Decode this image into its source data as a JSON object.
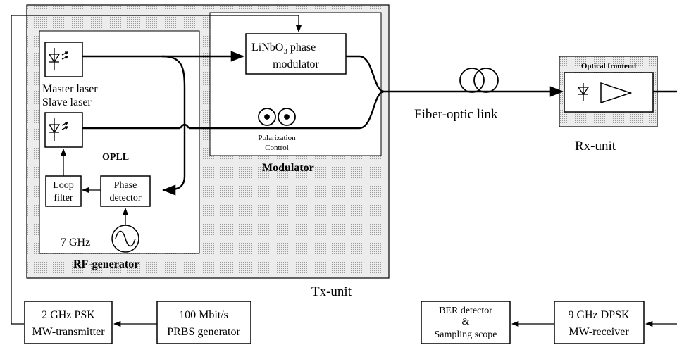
{
  "tx_unit": {
    "label": "Tx-unit"
  },
  "rf_generator": {
    "label": "RF-generator",
    "master_laser": "Master laser",
    "slave_laser": "Slave laser",
    "opll": "OPLL",
    "loop_filter": [
      "Loop",
      "filter"
    ],
    "phase_detector": [
      "Phase",
      "detector"
    ],
    "oscillator_freq": "7 GHz"
  },
  "modulator": {
    "label": "Modulator",
    "phase_modulator": {
      "line1_main": "LiNbO",
      "line1_sub": "3",
      "line1_rest": " phase",
      "line2": "modulator"
    },
    "polarization_control": [
      "Polarization",
      "Control"
    ]
  },
  "link": {
    "label": "Fiber-optic  link"
  },
  "rx_unit": {
    "label": "Rx-unit",
    "frontend": "Optical  frontend"
  },
  "bottom": {
    "psk_tx": [
      "2 GHz PSK",
      "MW-transmitter"
    ],
    "prbs": [
      "100 Mbit/s",
      "PRBS generator"
    ],
    "ber": [
      "BER detector",
      "&",
      "Sampling scope"
    ],
    "dpsk_rx": [
      "9 GHz DPSK",
      "MW-receiver"
    ]
  },
  "colors": {
    "shade": "#cfcfcf",
    "line": "#000000",
    "box": "#ffffff"
  }
}
